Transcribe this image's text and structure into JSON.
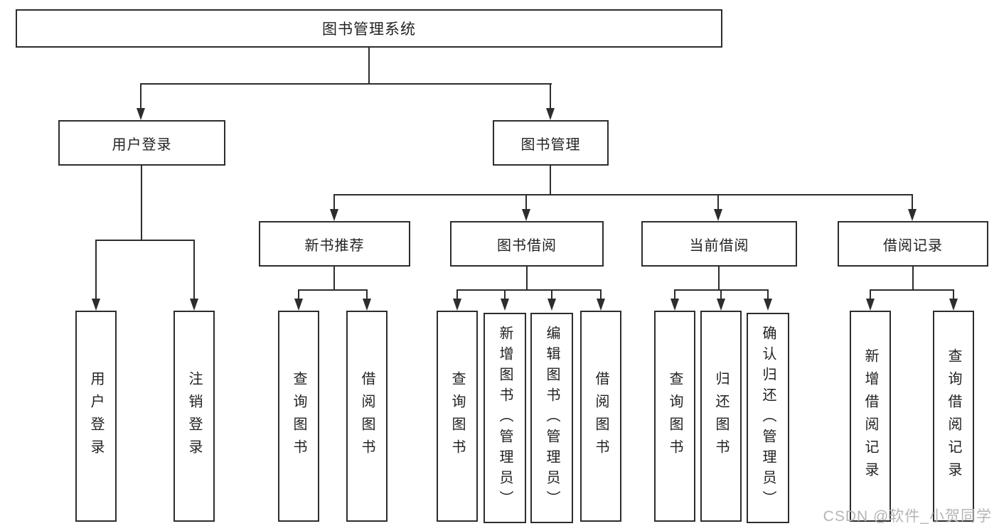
{
  "diagram": {
    "nodes": {
      "root": "图书管理系统",
      "user_login": "用户登录",
      "book_management": "图书管理",
      "login": "用户登录",
      "logout": "注销登录",
      "new_book_recommend": "新书推荐",
      "book_borrowing": "图书借阅",
      "current_borrowing": "当前借阅",
      "borrowing_records": "借阅记录",
      "query_books_1": "查询图书",
      "borrow_books_1": "借阅图书",
      "query_books_2": "查询图书",
      "add_books_admin": "新增图书（管理员）",
      "edit_books_admin": "编辑图书（管理员）",
      "borrow_books_2": "借阅图书",
      "query_books_3": "查询图书",
      "return_books": "归还图书",
      "confirm_return_admin": "确认归还（管理员）",
      "add_borrow_record": "新增借阅记录",
      "query_borrow_record": "查询借阅记录"
    },
    "colors": {
      "line": "#2d2d2d",
      "box_border": "#2d2d2d",
      "text": "#222222",
      "watermark": "#b5b5b5",
      "background": "#ffffff"
    }
  },
  "watermark": {
    "text": "CSDN @软件_小贺同学"
  }
}
